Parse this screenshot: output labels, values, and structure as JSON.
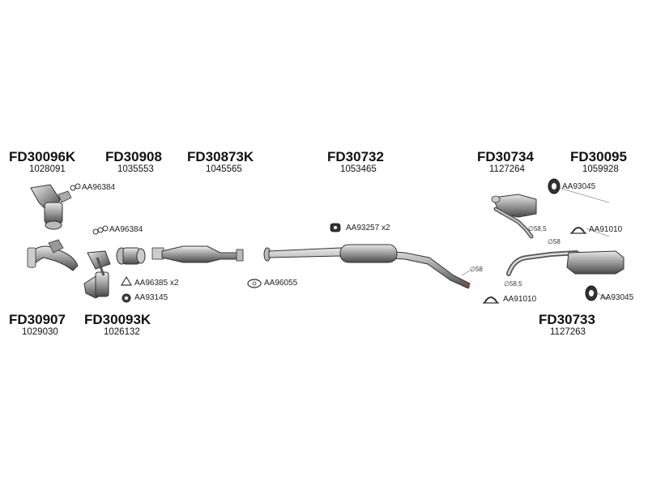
{
  "groups": [
    {
      "code": "FD30096K",
      "number": "1028091"
    },
    {
      "code": "FD30908",
      "number": "1035553"
    },
    {
      "code": "FD30873K",
      "number": "1045565"
    },
    {
      "code": "FD30732",
      "number": "1053465"
    },
    {
      "code": "FD30734",
      "number": "1127264"
    },
    {
      "code": "FD30095",
      "number": "1059928"
    },
    {
      "code": "FD30907",
      "number": "1029030"
    },
    {
      "code": "FD30093K",
      "number": "1026132"
    },
    {
      "code": "FD30733",
      "number": "1127263"
    }
  ],
  "parts": {
    "gasket_1": "AA96384",
    "gasket_2": "AA96384",
    "gasket_3": "AA96385",
    "gasket_3_qty": "x2",
    "ring_1": "AA93145",
    "gasket_4": "AA96055",
    "mount_1": "AA93257",
    "mount_1_qty": "x2",
    "mount_2": "AA93045",
    "clamp_1": "AA91010",
    "clamp_2": "AA91010",
    "mount_3": "AA93045"
  },
  "diameters": {
    "d1": "∅58",
    "d2": "∅58,5",
    "d3": "∅58",
    "d4": "∅58,5"
  }
}
